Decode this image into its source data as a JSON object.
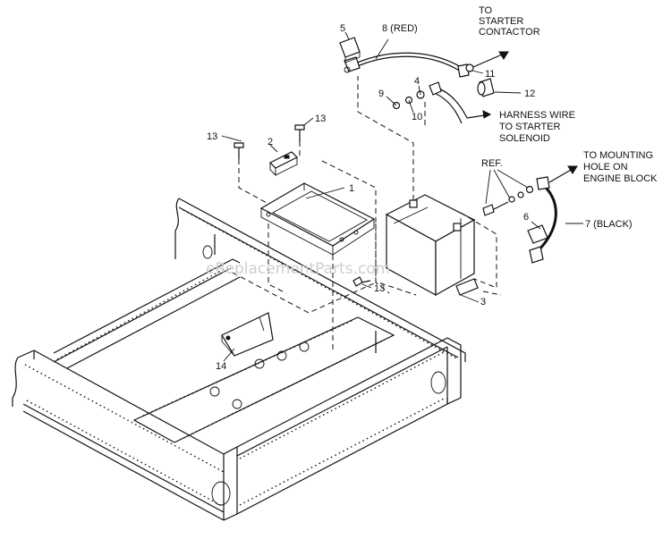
{
  "watermark": "eReplacementParts.com",
  "callouts": {
    "c1": "1",
    "c2": "2",
    "c3": "3",
    "c4": "4",
    "c5": "5",
    "c6": "6",
    "c7": "7 (BLACK)",
    "c8": "8 (RED)",
    "c9": "9",
    "c10": "10",
    "c11": "11",
    "c12": "12",
    "c13a": "13",
    "c13b": "13",
    "c13c": "13",
    "c14": "14",
    "ref": "REF."
  },
  "notes": {
    "starter_contactor": [
      "TO",
      "STARTER",
      "CONTACTOR"
    ],
    "harness": [
      "HARNESS WIRE",
      "TO STARTER",
      "SOLENOID"
    ],
    "mounting": [
      "TO MOUNTING",
      "HOLE ON",
      "ENGINE BLOCK"
    ]
  }
}
